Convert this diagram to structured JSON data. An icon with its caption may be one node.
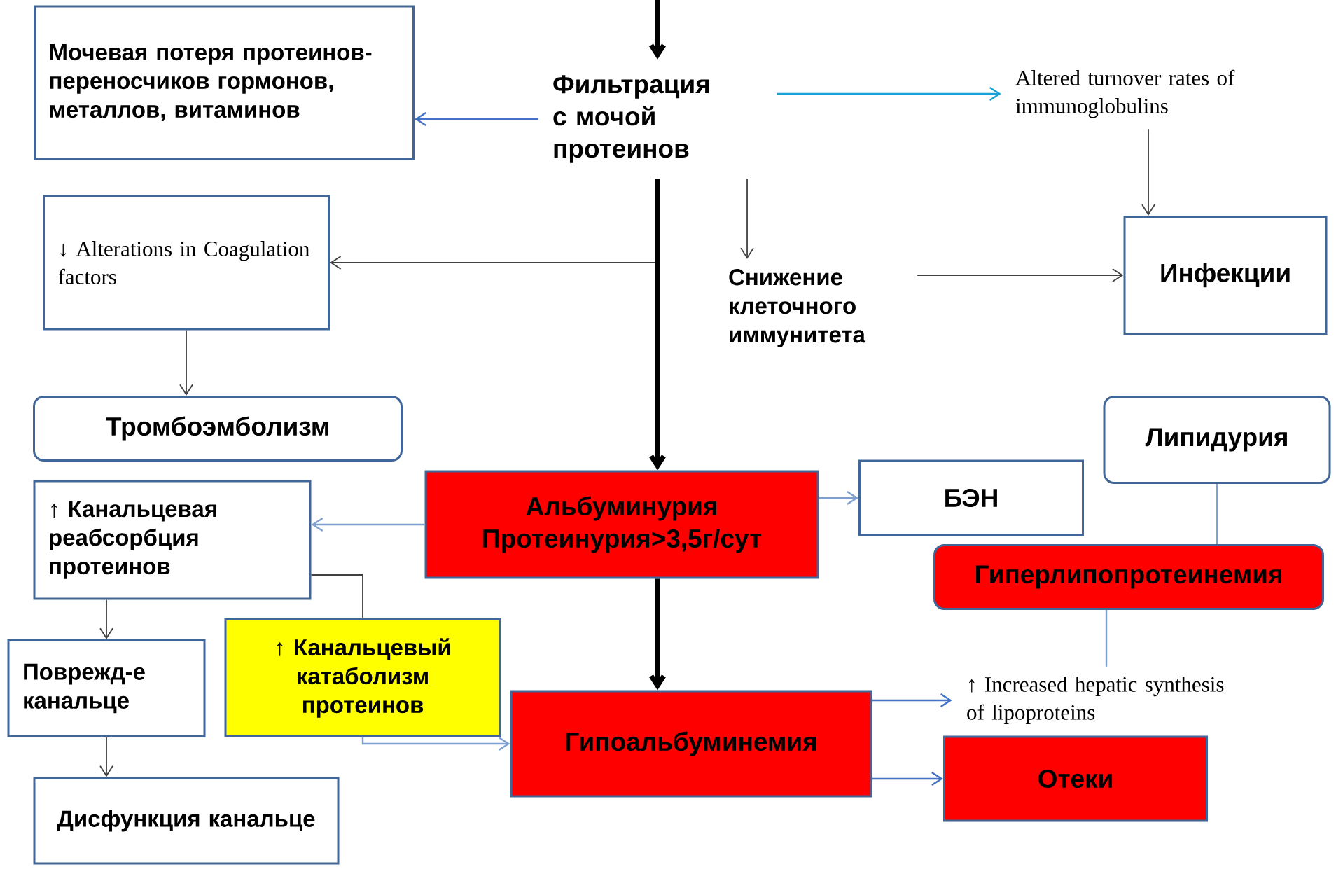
{
  "diagram": {
    "nodes": [
      {
        "text": [
          "Мочевая потеря протеинов-переносчиков гормонов, металлов, витаминов"
        ]
      },
      {
        "text": [
          "Фильтрация с мочой протеинов"
        ]
      },
      {
        "text": [
          "Altered turnover rates of immunoglobulins"
        ]
      },
      {
        "text": [
          "↓ Alterations in Coagulation factors"
        ]
      },
      {
        "text": [
          "Снижение клеточного иммунитета"
        ]
      },
      {
        "text": [
          "Инфекции"
        ]
      },
      {
        "text": [
          "Тромбоэмболизм"
        ]
      },
      {
        "text": [
          "Липидурия"
        ]
      },
      {
        "text": [
          "↑ Канальцевая реабсорбция протеинов"
        ]
      },
      {
        "text": [
          "Альбуминурия Протеинурия>3,5г/сут"
        ]
      },
      {
        "text": [
          "БЭН"
        ]
      },
      {
        "text": [
          "Гиперлипопротеинемия"
        ]
      },
      {
        "text": [
          "Поврежд-е канальце"
        ]
      },
      {
        "text": [
          "↑ Канальцевый катаболизм протеинов"
        ]
      },
      {
        "text": [
          "↑ Increased hepatic synthesis of lipoproteins"
        ]
      },
      {
        "text": [
          "Гипоальбуминемия"
        ]
      },
      {
        "text": [
          "Отеки"
        ]
      },
      {
        "text": [
          "Дисфункция канальце"
        ]
      }
    ],
    "edges": [
      {
        "from": null,
        "to": 1,
        "arrow": "to",
        "style": "thick",
        "color": "#000000"
      },
      {
        "from": 1,
        "to": 0,
        "arrow": "to",
        "color": "#4472c4"
      },
      {
        "from": 1,
        "to": 2,
        "arrow": "to",
        "color": "#1ba1d6"
      },
      {
        "from": 1,
        "to": 4,
        "arrow": "to"
      },
      {
        "from": 1,
        "to": 3,
        "arrow": "to"
      },
      {
        "from": 1,
        "to": 9,
        "arrow": "to",
        "style": "thick",
        "color": "#000000"
      },
      {
        "from": 2,
        "to": 5,
        "arrow": "to"
      },
      {
        "from": 4,
        "to": 5,
        "arrow": "to"
      },
      {
        "from": 3,
        "to": 6,
        "arrow": "to"
      },
      {
        "from": 9,
        "to": 8,
        "arrow": "to",
        "color": "#7f9fcf"
      },
      {
        "from": 9,
        "to": 10,
        "arrow": "to",
        "color": "#7f9fcf"
      },
      {
        "from": 9,
        "to": 15,
        "arrow": "to",
        "style": "thick",
        "color": "#000000"
      },
      {
        "from": 8,
        "to": 12,
        "arrow": "to"
      },
      {
        "from": 8,
        "to": 13,
        "arrow": "none"
      },
      {
        "from": 12,
        "to": 17,
        "arrow": "to"
      },
      {
        "from": 13,
        "to": 15,
        "arrow": "to",
        "color": "#7f9fcf"
      },
      {
        "from": 7,
        "to": 11,
        "arrow": "none",
        "color": "#7f9fcf"
      },
      {
        "from": 11,
        "to": 14,
        "arrow": "none",
        "color": "#7f9fcf"
      },
      {
        "from": 15,
        "to": 14,
        "arrow": "to",
        "color": "#4472c4"
      },
      {
        "from": 15,
        "to": 16,
        "arrow": "to",
        "color": "#4472c4"
      }
    ]
  }
}
